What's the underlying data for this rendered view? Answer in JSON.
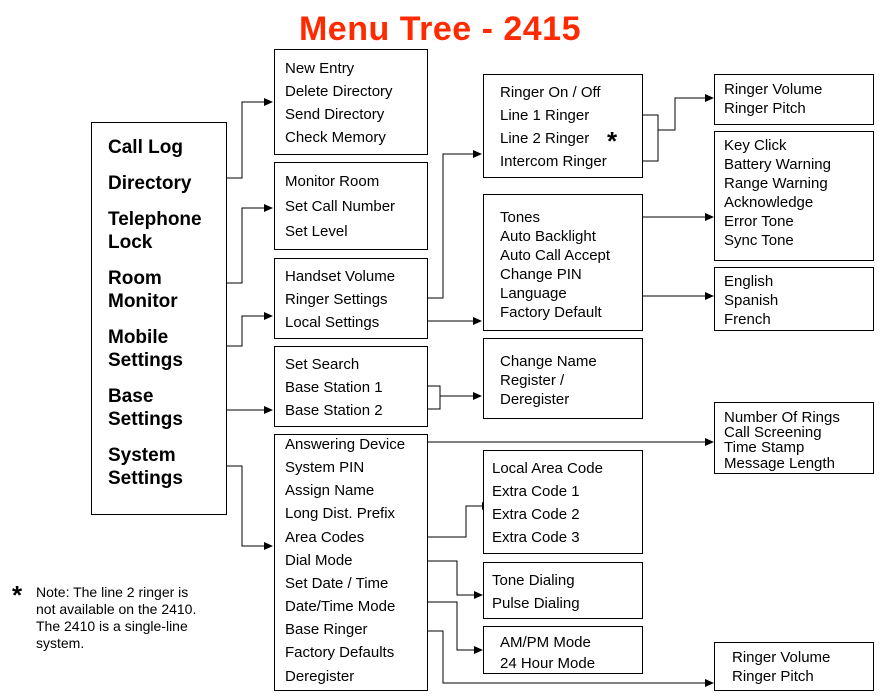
{
  "title": "Menu Tree - 2415",
  "main_menu": [
    "Call Log",
    "Directory",
    "Telephone",
    "Lock",
    "Room",
    "Monitor",
    "Mobile",
    "Settings",
    "Base",
    "Settings",
    "System",
    "Settings"
  ],
  "directory_menu": [
    "New Entry",
    "Delete Directory",
    "Send Directory",
    "Check Memory"
  ],
  "room_monitor_menu": [
    "Monitor Room",
    "Set Call Number",
    "Set Level"
  ],
  "mobile_menu": [
    "Handset Volume",
    "Ringer Settings",
    "Local Settings"
  ],
  "base_menu": [
    "Set Search",
    "Base Station 1",
    "Base Station 2"
  ],
  "system_menu": [
    "Answering Device",
    "System PIN",
    "Assign Name",
    "Long Dist. Prefix",
    "Area Codes",
    "Dial Mode",
    "Set Date / Time",
    "Date/Time Mode",
    "Base Ringer",
    "Factory Defaults",
    "Deregister"
  ],
  "ringer_menu": [
    "Ringer On / Off",
    "Line 1 Ringer",
    "Line 2 Ringer",
    "Intercom Ringer"
  ],
  "ringer_star": "*",
  "local_menu": [
    "Tones",
    "Auto Backlight",
    "Auto Call Accept",
    "Change PIN",
    "Language",
    "Factory Default"
  ],
  "base_station_menu": [
    "Change Name",
    "Register /",
    "Deregister"
  ],
  "area_code_menu": [
    "Local Area Code",
    "Extra Code 1",
    "Extra Code 2",
    "Extra Code 3"
  ],
  "dial_mode_menu": [
    "Tone Dialing",
    "Pulse Dialing"
  ],
  "time_mode_menu": [
    "AM/PM Mode",
    "24 Hour Mode"
  ],
  "ringer_vp_menu": [
    "Ringer Volume",
    "Ringer Pitch"
  ],
  "tones_menu": [
    "Key Click",
    "Battery Warning",
    "Range Warning",
    "Acknowledge",
    "Error Tone",
    "Sync Tone"
  ],
  "language_menu": [
    "English",
    "Spanish",
    "French"
  ],
  "answering_menu": [
    "Number Of Rings",
    "Call Screening",
    "Time Stamp",
    "Message Length"
  ],
  "base_ringer_menu": [
    "Ringer Volume",
    "Ringer Pitch"
  ],
  "note": {
    "star": "*",
    "lines": [
      "Note: The line 2 ringer is",
      "not available on the 2410.",
      "The 2410 is a single-line",
      "system."
    ]
  }
}
